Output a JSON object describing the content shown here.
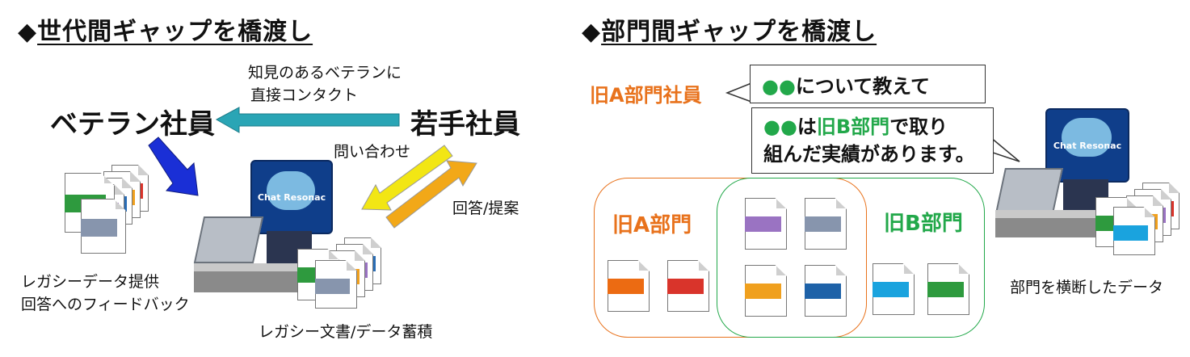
{
  "left": {
    "title_mark": "◆",
    "title": "世代間ギャップを橋渡し",
    "veteran": "ベテラン社員",
    "young": "若手社員",
    "contact_line1": "知見のあるベテランに",
    "contact_line2": "直接コンタクト",
    "inquiry": "問い合わせ",
    "answer": "回答/提案",
    "legacy_line1": "レガシーデータ提供",
    "legacy_line2": "回答へのフィードバック",
    "accumulate": "レガシー文書/データ蓄積",
    "ai_label": "Chat Resonac"
  },
  "right": {
    "title_mark": "◆",
    "title": "部門間ギャップを橋渡し",
    "employee": "旧A部門社員",
    "q_dots": "●●",
    "q_text": "について教えて",
    "a_dots": "●●",
    "a_text1": "は",
    "a_dept": "旧B部門",
    "a_text2": "で取り",
    "a_line2": "組んだ実績があります。",
    "dept_a": "旧A部門",
    "dept_b": "旧B部門",
    "cross": "部門を横断したデータ",
    "ai_label": "Chat Resonac"
  },
  "colors": {
    "orange": "#e8721c",
    "green": "#22a84a",
    "teal_arrow": "#2aa5b5",
    "blue_arrow": "#1a2fd6",
    "yellow_arrow": "#f2e614",
    "amber_arrow": "#f2a818"
  }
}
